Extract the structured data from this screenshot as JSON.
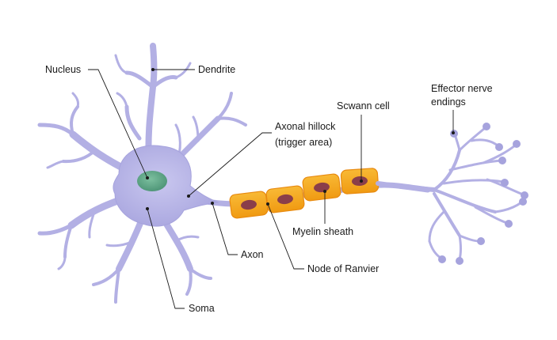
{
  "labels": {
    "nucleus": "Nucleus",
    "dendrite": "Dendrite",
    "axonal_hillock_line1": "Axonal hillock",
    "axonal_hillock_line2": "(trigger area)",
    "schwann_cell": "Scwann cell",
    "effector_line1": "Effector nerve",
    "effector_line2": "endings",
    "myelin_sheath": "Myelin sheath",
    "axon": "Axon",
    "node_of_ranvier": "Node of Ranvier",
    "soma": "Soma"
  },
  "colors": {
    "neuron_body": "#b9b7e6",
    "neuron_stroke": "#9b98d6",
    "nucleus": "#5fa88a",
    "myelin_fill": "#f4a51c",
    "myelin_stroke": "#e88a10",
    "schwann_nucleus": "#8a3e4a",
    "leader": "#1a1a1a"
  }
}
